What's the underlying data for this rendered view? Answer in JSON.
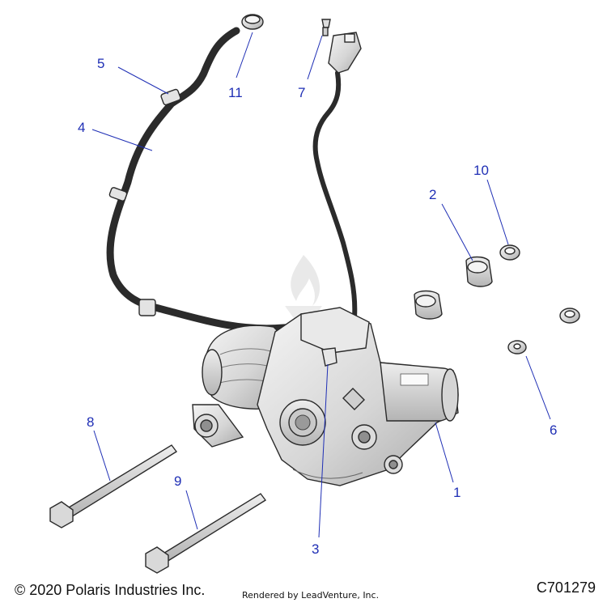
{
  "footer": {
    "copyright": "© 2020 Polaris Industries Inc.",
    "rendered_by": "Rendered by LeadVenture, Inc.",
    "diagram_code": "C701279"
  },
  "callouts": [
    "1",
    "2",
    "3",
    "4",
    "5",
    "6",
    "7",
    "8",
    "9",
    "10",
    "11"
  ],
  "colors": {
    "callout": "#1f2fb5",
    "part_fill": "#e4e4e4",
    "part_stroke": "#2a2a2a"
  },
  "parts": [
    {
      "id": "1",
      "name": "gearcase-housing"
    },
    {
      "id": "2",
      "name": "bushing"
    },
    {
      "id": "3",
      "name": "vent-fitting"
    },
    {
      "id": "4",
      "name": "vent-hose"
    },
    {
      "id": "5",
      "name": "hose-clip"
    },
    {
      "id": "6",
      "name": "washer"
    },
    {
      "id": "7",
      "name": "push-clip"
    },
    {
      "id": "8",
      "name": "bolt-long"
    },
    {
      "id": "9",
      "name": "bolt-short"
    },
    {
      "id": "10",
      "name": "grommet"
    },
    {
      "id": "11",
      "name": "vent-cap"
    }
  ]
}
